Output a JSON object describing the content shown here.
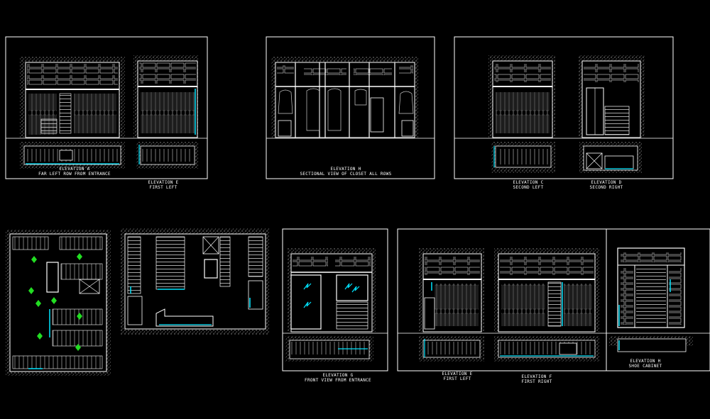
{
  "colors": {
    "background": "#000000",
    "linework": "#ffffff",
    "hatch": "#8a8a8a",
    "accent_cyan": "#00e5ff",
    "accent_green": "#22dd22"
  },
  "captions": {
    "a": {
      "line1": "ELEVATION A",
      "line2": "FAR LEFT ROW FROM ENTRANCE"
    },
    "e_top": {
      "line1": "ELEVATION E",
      "line2": "FIRST LEFT"
    },
    "h": {
      "line1": "ELEVATION H",
      "line2": "SECTIONAL VIEW OF CLOSET ALL ROWS"
    },
    "c": {
      "line1": "ELEVATION C",
      "line2": "SECOND LEFT"
    },
    "d": {
      "line1": "ELEVATION D",
      "line2": "SECOND RIGHT"
    },
    "g": {
      "line1": "ELEVATION G",
      "line2": "FRONT VIEW FROM ENTRANCE"
    },
    "e_bottom": {
      "line1": "ELEVATION E",
      "line2": "FIRST LEFT"
    },
    "f": {
      "line1": "ELEVATION F",
      "line2": "FIRST RIGHT"
    },
    "h2": {
      "line1": "ELEVATION H",
      "line2": "SHOE CABINET"
    }
  }
}
